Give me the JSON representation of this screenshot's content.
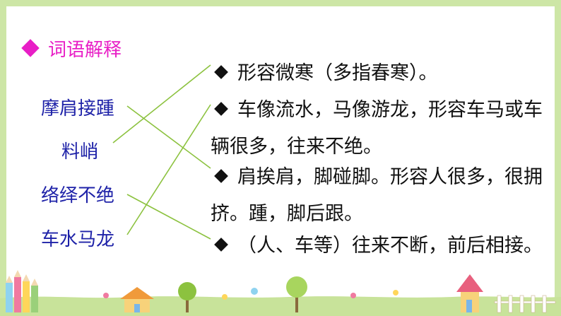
{
  "section": {
    "title": "词语解释"
  },
  "terms": [
    "摩肩接踵",
    "料峭",
    "络绎不绝",
    "车水马龙"
  ],
  "definitions": [
    "形容微寒（多指春寒）。",
    "车像流水，马像游龙，形容车马或车辆很多，往来不绝。",
    "肩挨肩，脚碰脚。形容人很多，很拥挤。踵，脚后跟。",
    "（人、车等）往来不断，前后相接。"
  ],
  "matches": [
    {
      "term": "摩肩接踵",
      "definition": "肩挨肩，脚碰脚。形容人很多，很拥挤。踵，脚后跟。"
    },
    {
      "term": "料峭",
      "definition": "形容微寒（多指春寒）。"
    },
    {
      "term": "络绎不绝",
      "definition": "（人、车等）往来不断，前后相接。"
    },
    {
      "term": "车水马龙",
      "definition": "车像流水，马像游龙，形容车马或车辆很多，往来不绝。"
    }
  ],
  "colors": {
    "title": "#e81ec6",
    "terms": "#1e22a8",
    "lines": "#8cc23f",
    "frame": "#cde6a6"
  }
}
